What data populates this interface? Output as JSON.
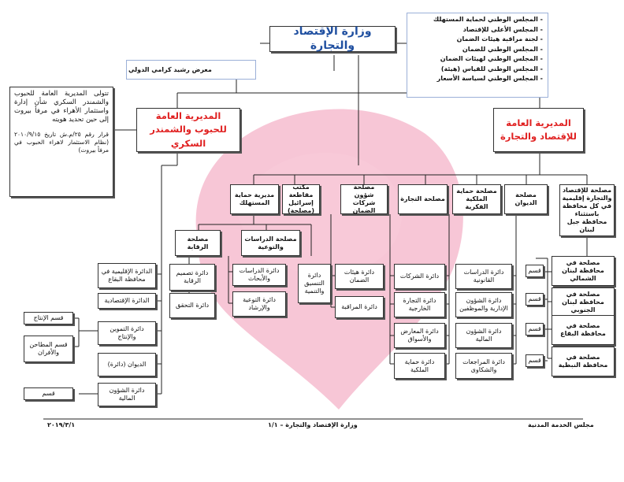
{
  "header": {
    "ministry": "وزارة الإقتصاد والتجارة",
    "fair": "معرض رشيد كرامي الدولي",
    "councils": [
      "المجلس الوطني لحماية المستهلك",
      "المجلس الأعلى للإقتصاد",
      "لجنة مراقبة هيئات الضمان",
      "المجلس الوطني للضمان",
      "المجلس الوطني لهيئات الضمان",
      "المجلس الوطني للقياس (هيئة)",
      "المجلس الوطني لسياسة الأسعار"
    ]
  },
  "directorates": {
    "grains": "المديرية العامة للحبوب والشمندر السكري",
    "economy": "المديرية العامة للإقتصاد والتجارة"
  },
  "note": {
    "text": "تتولى المديرية العامة للحبوب والشمندر السكري شأن إدارة واستثمار الأهراء في مرفأ بيروت إلى حين تحديد هويته",
    "decision": "قرار رقم ٢٥/م.ش تاريخ ٢٠١٠/٩/١٥ (نظام الاستثمار لاهراء الحبوب في مرفأ بيروت)"
  },
  "units": {
    "consumer": "مديرية حماية المستهلك",
    "boycott": "مكتب مقاطعة إسرائيل (مصلحة)",
    "insurance": "مصلحة شؤون شركات الضمان",
    "trade": "مصلحة التجارة",
    "ip": "مصلحة حماية الملكية الفكرية",
    "diwan": "مصلحة الديوان",
    "regional": "مصلحة للإقتصاد والتجارة إقليمية في كل محافظة باستثناء محافظة جبل لبنان",
    "control": "مصلحة الرقابة",
    "studies": "مصلحة الدراسات والتوعية",
    "design_control": "دائرة تصميم الرقابة",
    "verification": "دائرة التحقق",
    "studies_research": "دائرة الدراسات والأبحاث",
    "awareness": "دائرة التوعية والإرشاد",
    "coordination": "دائرة التنسيق والتنمية",
    "ins_bodies": "دائرة هيئات الضمان",
    "ins_control": "دائرة المراقبة",
    "companies": "دائرة الشركات",
    "ext_trade": "دائرة التجارة الخارجية",
    "exhibitions": "دائرة المعارض والأسواق",
    "ip_dept": "دائرة حماية الملكية",
    "legal": "دائرة الدراسات القانونية",
    "admin": "دائرة الشؤون الإدارية والموظفين",
    "finance": "دائرة الشؤون المالية",
    "reviews": "دائرة المراجعات والشكاوى",
    "north": "مصلحة في محافظة لبنان الشمالي",
    "south": "مصلحة في محافظة لبنان الجنوبي",
    "bekaa": "مصلحة في محافظة البقاع",
    "nabatieh": "مصلحة في محافظة النبطية",
    "section": "قسم",
    "g_regional": "الدائرة الإقليمية في محافظة البقاع",
    "g_economic": "الدائرة الإقتصادية",
    "g_supply": "دائرة التموين والإنتاج",
    "g_diwan": "الديوان (دائرة)",
    "g_finance": "دائرة الشؤون المالية",
    "production": "قسم الإنتاج",
    "mills": "قسم المطاحن والأفران"
  },
  "footer": {
    "council": "مجلس الخدمة المدنية",
    "page": "وزارة الإقتصاد والتجارة – ١/١",
    "date": "٢٠١٩/٣/١"
  },
  "colors": {
    "accent_red": "#e02020",
    "title_blue": "#1f4fa0",
    "watermark": "#f2a8bf"
  }
}
